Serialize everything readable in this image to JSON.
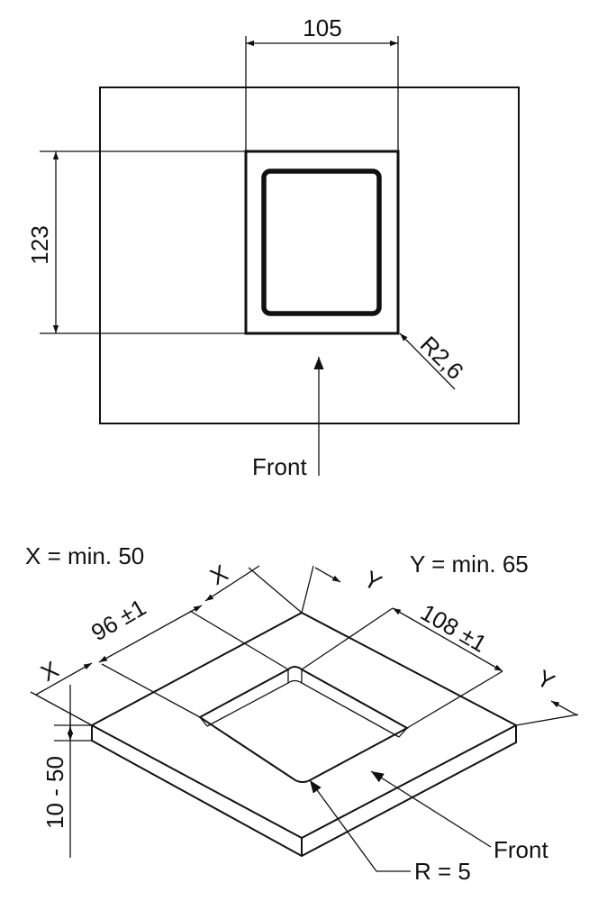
{
  "top_view": {
    "dim_width": "105",
    "dim_height": "123",
    "dim_radius": "R2,6",
    "front_label": "Front"
  },
  "iso_view": {
    "x_min": "X = min. 50",
    "y_min": "Y = min. 65",
    "x_label_a": "X",
    "x_label_b": "X",
    "y_label_a": "Y",
    "y_label_b": "Y",
    "dim_96": "96 ±1",
    "dim_108": "108 ±1",
    "dim_thickness": "10 - 50",
    "front_label": "Front",
    "radius_label": "R = 5"
  }
}
